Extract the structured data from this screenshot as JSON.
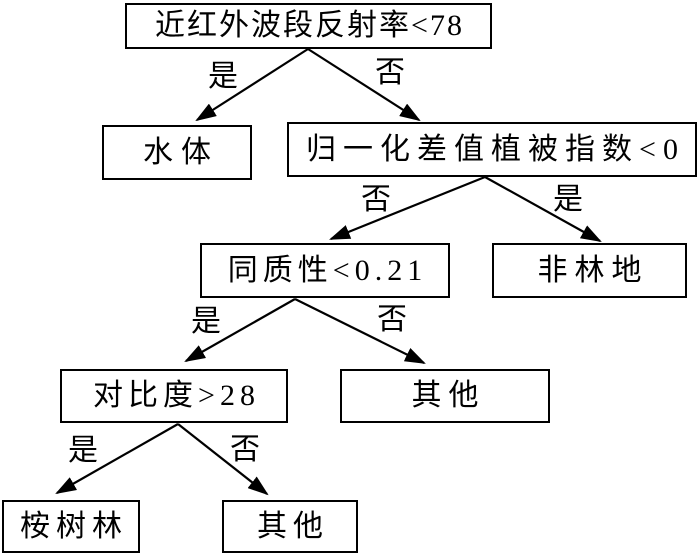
{
  "colors": {
    "line": "#000000",
    "text": "#000000",
    "background": "#ffffff"
  },
  "diagram": {
    "type": "decision-tree",
    "nodes": {
      "root": {
        "label": "近红外波段反射率<78",
        "kind": "decision"
      },
      "water": {
        "label": "水体",
        "kind": "leaf"
      },
      "ndvi": {
        "label": "归一化差值植被指数<0",
        "kind": "decision"
      },
      "homogeneity": {
        "label": "同质性<0.21",
        "kind": "decision"
      },
      "non_forest": {
        "label": "非林地",
        "kind": "leaf"
      },
      "contrast": {
        "label": "对比度>28",
        "kind": "decision"
      },
      "other_1": {
        "label": "其他",
        "kind": "leaf"
      },
      "eucalyptus": {
        "label": "桉树林",
        "kind": "leaf"
      },
      "other_2": {
        "label": "其他",
        "kind": "leaf"
      }
    },
    "edges": [
      {
        "from": "root",
        "to": "water",
        "label": "是"
      },
      {
        "from": "root",
        "to": "ndvi",
        "label": "否"
      },
      {
        "from": "ndvi",
        "to": "homogeneity",
        "label": "否"
      },
      {
        "from": "ndvi",
        "to": "non_forest",
        "label": "是"
      },
      {
        "from": "homogeneity",
        "to": "contrast",
        "label": "是"
      },
      {
        "from": "homogeneity",
        "to": "other_1",
        "label": "否"
      },
      {
        "from": "contrast",
        "to": "eucalyptus",
        "label": "是"
      },
      {
        "from": "contrast",
        "to": "other_2",
        "label": "否"
      }
    ]
  }
}
